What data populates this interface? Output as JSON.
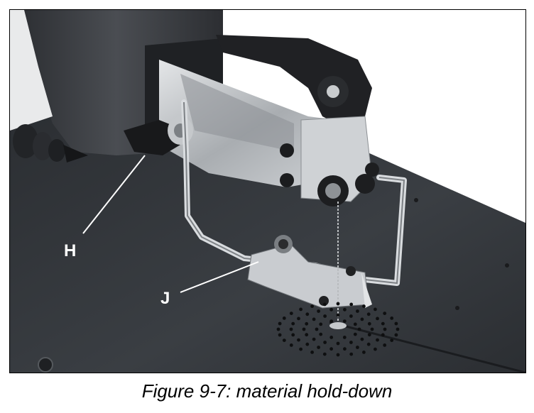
{
  "figure": {
    "callouts": {
      "h": "H",
      "j": "J"
    },
    "caption": "Figure 9-7:  material hold-down"
  },
  "colors": {
    "table": "#2f3338",
    "machine_body": "#3a3d42",
    "metal": "#b8bcc0",
    "knob": "#1c1d1f"
  }
}
